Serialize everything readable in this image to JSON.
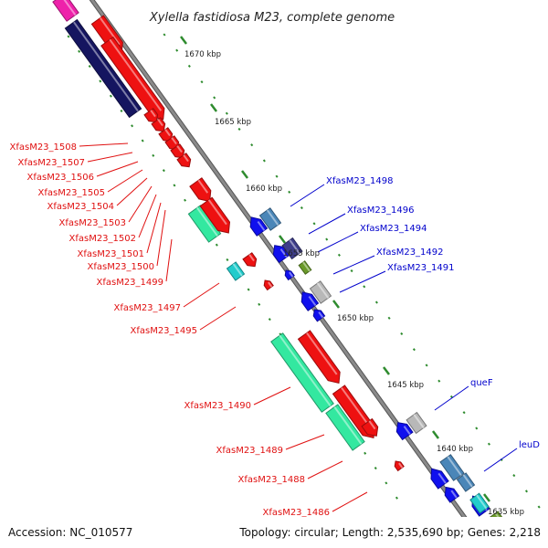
{
  "title": "Xylella fastidiosa M23, complete genome",
  "footer": {
    "accession": "Accession: NC_010577",
    "topology": "Topology: circular; Length: 2,535,690 bp; Genes: 2,218"
  },
  "colors": {
    "backbone": "#8a8a8a",
    "tick": "#2e8b2e",
    "label_left": "#e01010",
    "label_right": "#0000cc",
    "gene_red": "#ee1111",
    "gene_navy": "#151560",
    "gene_green": "#33e8a0",
    "gene_blue": "#1010ee",
    "gene_steel": "#4a86b8",
    "gene_purple": "#3d3d8a",
    "gene_gray": "#b8b8b8",
    "gene_cyan": "#22cccc",
    "gene_olive": "#6a9a2a",
    "gene_magenta": "#ee22aa"
  },
  "kbp_markers": [
    "1670 kbp",
    "1665 kbp",
    "1660 kbp",
    "1655 kbp",
    "1650 kbp",
    "1645 kbp",
    "1640 kbp",
    "1635 kbp"
  ],
  "left_labels": [
    "XfasM23_1508",
    "XfasM23_1507",
    "XfasM23_1506",
    "XfasM23_1505",
    "XfasM23_1504",
    "XfasM23_1503",
    "XfasM23_1502",
    "XfasM23_1501",
    "XfasM23_1500",
    "XfasM23_1499",
    "XfasM23_1497",
    "XfasM23_1495",
    "XfasM23_1490",
    "XfasM23_1489",
    "XfasM23_1488",
    "XfasM23_1486"
  ],
  "right_labels": [
    "XfasM23_1498",
    "XfasM23_1496",
    "XfasM23_1494",
    "XfasM23_1492",
    "XfasM23_1491",
    "queF",
    "leuD"
  ]
}
